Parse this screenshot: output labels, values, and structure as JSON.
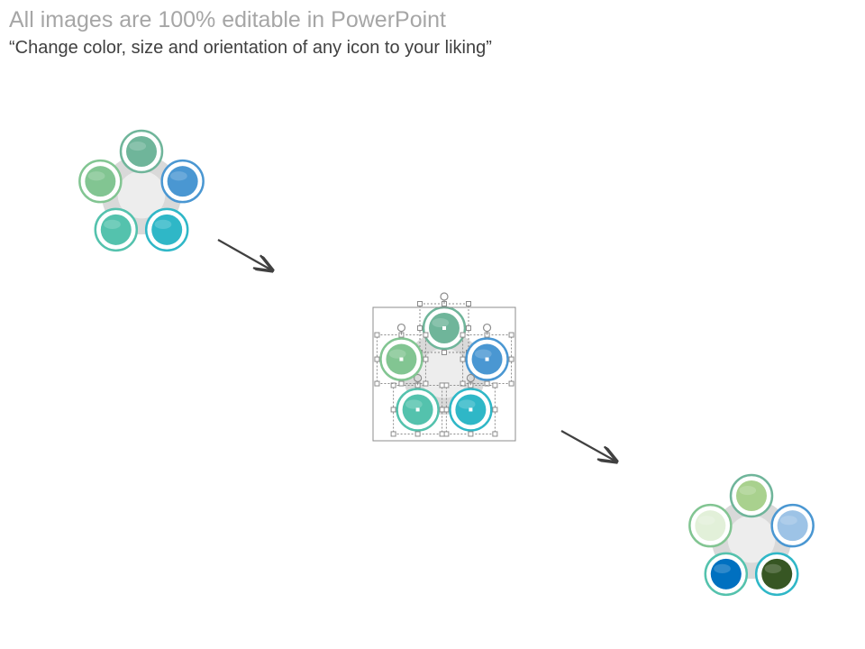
{
  "header": {
    "title": "All images are 100% editable in PowerPoint",
    "subtitle": "“Change color, size and orientation of any icon to your liking”"
  },
  "colors": {
    "hub_fill": "#d9d9d9",
    "hub_inner": "#ededed",
    "arrow": "#404040",
    "handle_stroke": "#8c8c8c"
  },
  "graphics": [
    {
      "name": "original-icon",
      "circles": [
        {
          "name": "top-circle",
          "color": "#6fb59a",
          "ring": "#6fb59a"
        },
        {
          "name": "right-circle",
          "color": "#4a97d2",
          "ring": "#4a97d2"
        },
        {
          "name": "bottom-right-circle",
          "color": "#2fb7c7",
          "ring": "#2fb7c7"
        },
        {
          "name": "bottom-left-circle",
          "color": "#54c2ad",
          "ring": "#54c2ad"
        },
        {
          "name": "left-circle",
          "color": "#82c592",
          "ring": "#82c592"
        }
      ]
    },
    {
      "name": "selected-icon",
      "circles": [
        {
          "name": "top-circle",
          "color": "#6fb59a",
          "ring": "#6fb59a"
        },
        {
          "name": "right-circle",
          "color": "#4a97d2",
          "ring": "#4a97d2"
        },
        {
          "name": "bottom-right-circle",
          "color": "#2fb7c7",
          "ring": "#2fb7c7"
        },
        {
          "name": "bottom-left-circle",
          "color": "#54c2ad",
          "ring": "#54c2ad"
        },
        {
          "name": "left-circle",
          "color": "#82c592",
          "ring": "#82c592"
        }
      ]
    },
    {
      "name": "recolored-icon",
      "circles": [
        {
          "name": "top-circle",
          "color": "#a9d18e",
          "ring": "#6fb59a"
        },
        {
          "name": "right-circle",
          "color": "#9dc3e6",
          "ring": "#4a97d2"
        },
        {
          "name": "bottom-right-circle",
          "color": "#375623",
          "ring": "#2fb7c7"
        },
        {
          "name": "bottom-left-circle",
          "color": "#0070c0",
          "ring": "#54c2ad"
        },
        {
          "name": "left-circle",
          "color": "#e2f0d9",
          "ring": "#82c592"
        }
      ]
    }
  ]
}
